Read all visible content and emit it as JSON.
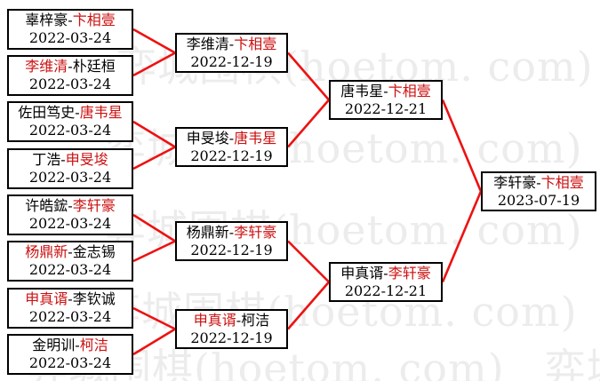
{
  "watermark": {
    "text": "弈城围棋(hoetom. com)",
    "color": "#ececec"
  },
  "colors": {
    "winner_text": "#cc1111",
    "loser_text": "#000000",
    "connector_line": "#ee1111",
    "box_border": "#000000",
    "box_background": "#ffffff",
    "page_background": "#ffffff"
  },
  "bracket": {
    "separator": "-",
    "round1": [
      {
        "p1": "辜梓豪",
        "p1_color": "#000000",
        "p2": "卞相壹",
        "p2_color": "#cc1111",
        "date": "2022-03-24"
      },
      {
        "p1": "李维清",
        "p1_color": "#cc1111",
        "p2": "朴廷桓",
        "p2_color": "#000000",
        "date": "2022-03-24"
      },
      {
        "p1": "佐田笃史",
        "p1_color": "#000000",
        "p2": "唐韦星",
        "p2_color": "#cc1111",
        "date": "2022-03-24"
      },
      {
        "p1": "丁浩",
        "p1_color": "#000000",
        "p2": "申旻埈",
        "p2_color": "#cc1111",
        "date": "2022-03-24"
      },
      {
        "p1": "许皓鋐",
        "p1_color": "#000000",
        "p2": "李轩豪",
        "p2_color": "#cc1111",
        "date": "2022-03-24"
      },
      {
        "p1": "杨鼎新",
        "p1_color": "#cc1111",
        "p2": "金志锡",
        "p2_color": "#000000",
        "date": "2022-03-24"
      },
      {
        "p1": "申真谞",
        "p1_color": "#cc1111",
        "p2": "李钦诚",
        "p2_color": "#000000",
        "date": "2022-03-24"
      },
      {
        "p1": "金明训",
        "p1_color": "#000000",
        "p2": "柯洁",
        "p2_color": "#cc1111",
        "date": "2022-03-24"
      }
    ],
    "round2": [
      {
        "p1": "李维清",
        "p1_color": "#000000",
        "p2": "卞相壹",
        "p2_color": "#cc1111",
        "date": "2022-12-19"
      },
      {
        "p1": "申旻埈",
        "p1_color": "#000000",
        "p2": "唐韦星",
        "p2_color": "#cc1111",
        "date": "2022-12-19"
      },
      {
        "p1": "杨鼎新",
        "p1_color": "#000000",
        "p2": "李轩豪",
        "p2_color": "#cc1111",
        "date": "2022-12-19"
      },
      {
        "p1": "申真谞",
        "p1_color": "#cc1111",
        "p2": "柯洁",
        "p2_color": "#000000",
        "date": "2022-12-19"
      }
    ],
    "semifinals": [
      {
        "p1": "唐韦星",
        "p1_color": "#000000",
        "p2": "卞相壹",
        "p2_color": "#cc1111",
        "date": "2022-12-21"
      },
      {
        "p1": "申真谞",
        "p1_color": "#000000",
        "p2": "李轩豪",
        "p2_color": "#cc1111",
        "date": "2022-12-21"
      }
    ],
    "final": [
      {
        "p1": "李轩豪",
        "p1_color": "#000000",
        "p2": "卞相壹",
        "p2_color": "#cc1111",
        "date": "2023-07-19"
      }
    ]
  }
}
